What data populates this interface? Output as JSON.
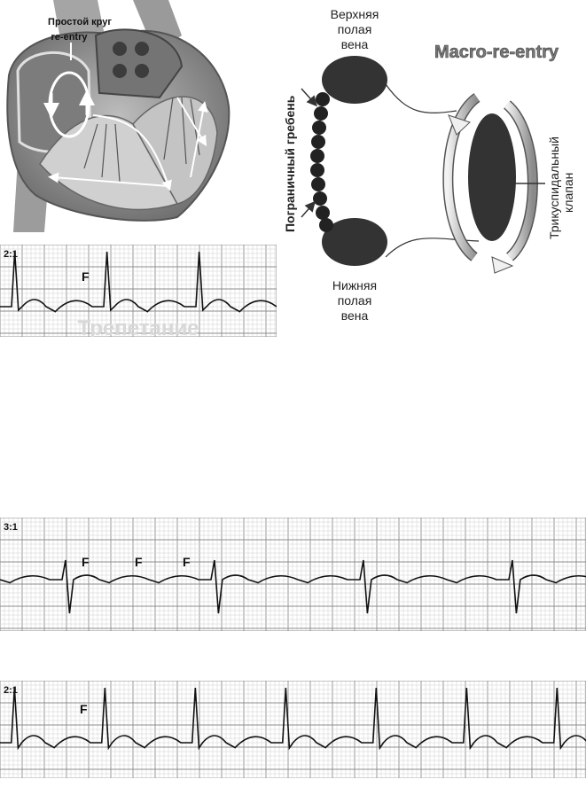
{
  "heart": {
    "label_line1": "Простой круг",
    "label_line2": "re-entry"
  },
  "ecg_top": {
    "ratio": "2:1",
    "wave_label": "F",
    "watermark": "Трепетание"
  },
  "ecg_mid": {
    "ratio": "3:1",
    "wave_labels": [
      "F",
      "F",
      "F"
    ]
  },
  "ecg_bottom": {
    "ratio": "2:1",
    "wave_label": "F"
  },
  "schema": {
    "title": "Macro-re-entry",
    "svc": {
      "line1": "Верхняя",
      "line2": "полая",
      "line3": "вена"
    },
    "ivc": {
      "line1": "Нижняя",
      "line2": "полая",
      "line3": "вена"
    },
    "crista": "Пограничный гребень",
    "valve_line1": "Трикуспидальный",
    "valve_line2": "клапан"
  },
  "colors": {
    "grid": "#9a9a9a",
    "trace": "#111111",
    "heart_bg": "#8a8a8a"
  }
}
